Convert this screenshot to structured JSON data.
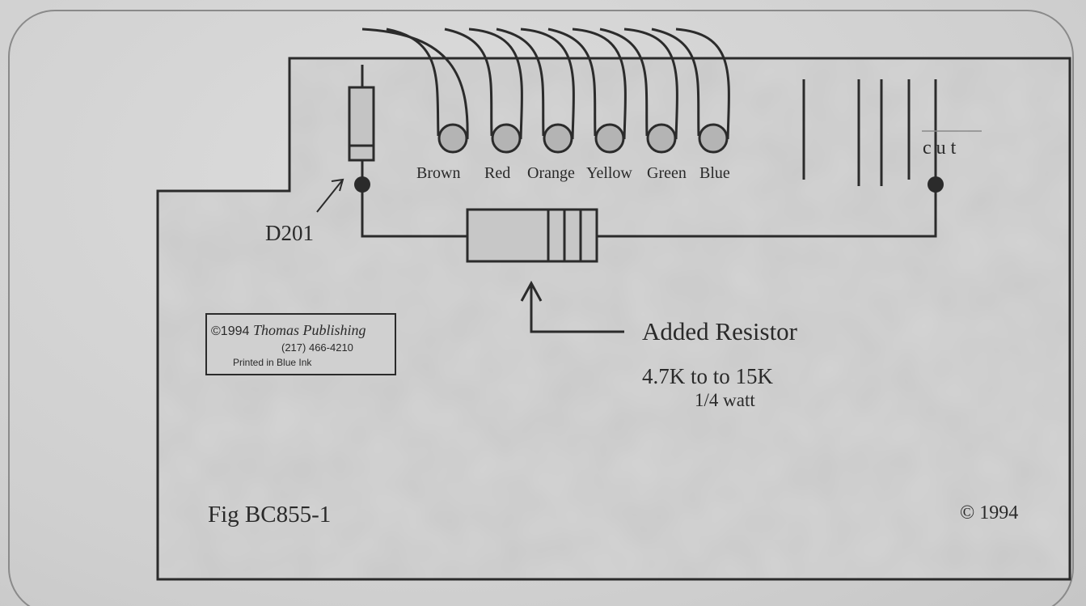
{
  "wires": [
    {
      "label": "Brown"
    },
    {
      "label": "Red"
    },
    {
      "label": "Orange"
    },
    {
      "label": "Yellow"
    },
    {
      "label": "Green"
    },
    {
      "label": "Blue"
    }
  ],
  "cut_label": "cut",
  "diode_label": "D201",
  "resistor": {
    "title": "Added Resistor",
    "value_range": "4.7K to to 15K",
    "power": "1/4 watt"
  },
  "stamp": {
    "copyright_prefix": "©1994",
    "publisher": "Thomas Publishing",
    "phone": "(217) 466-4210",
    "note": "Printed in Blue Ink"
  },
  "figure_id": "Fig BC855-1",
  "copyright": "© 1994",
  "colors": {
    "line": "#2b2b2b",
    "dot": "#2b2b2b",
    "wire_end_fill": "#b4b4b4",
    "board_fill": "#c8c8c8"
  }
}
